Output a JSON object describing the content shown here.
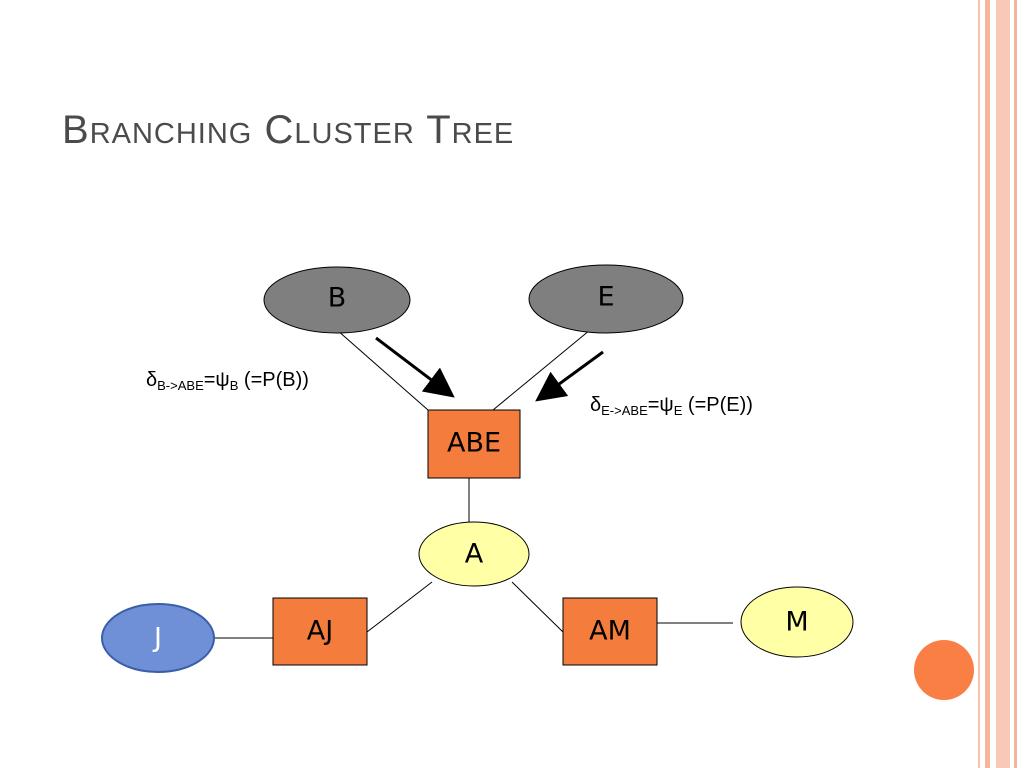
{
  "title": {
    "word1_cap": "B",
    "word1_rest": "ranching",
    "word2_cap": "C",
    "word2_rest": "luster",
    "word3_cap": "T",
    "word3_rest": "ree"
  },
  "nodes": {
    "B": "B",
    "E": "E",
    "ABE": "ABE",
    "A": "A",
    "AJ": "AJ",
    "AM": "AM",
    "J": "J",
    "M": "M"
  },
  "messages": {
    "b_to_abe": {
      "delta": "δ",
      "sub1": "B->ABE",
      "eq": "=ψ",
      "sub2": "B",
      "tail": " (=P(B))"
    },
    "e_to_abe": {
      "delta": "δ",
      "sub1": "E->ABE",
      "eq": "=ψ",
      "sub2": "E",
      "tail": " (=P(E))"
    }
  },
  "colors": {
    "evidence_node": "#7f7f7f",
    "cluster_box": "#f47c3c",
    "variable_node": "#ffffa6",
    "query_node": "#6f8fd6",
    "accent_circle": "#fa7f45",
    "stripe": "#f5b8a0"
  }
}
